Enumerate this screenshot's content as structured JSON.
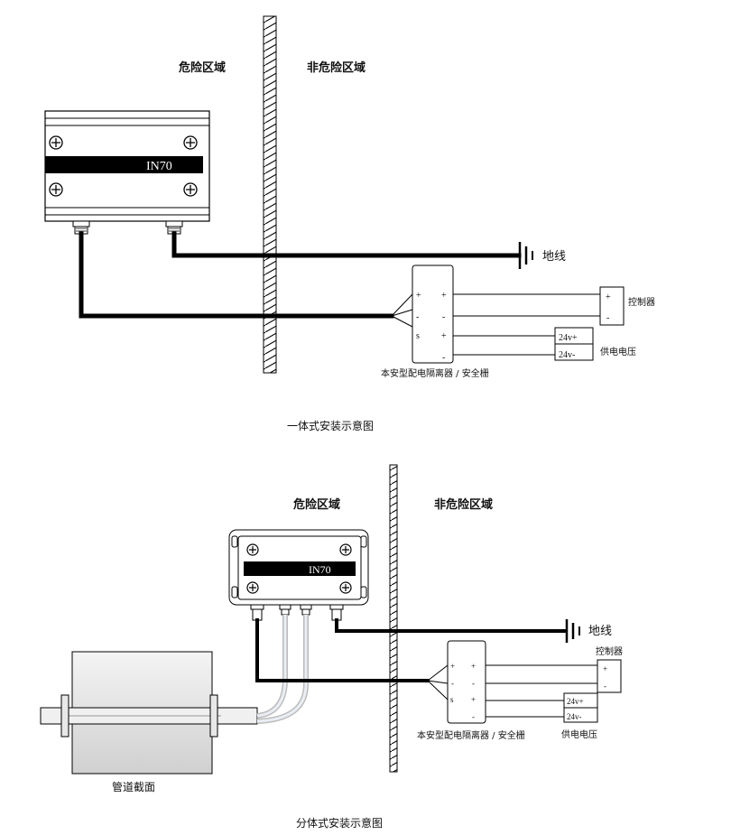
{
  "top": {
    "hazard_label": "危险区域",
    "safe_label": "非危险区域",
    "device_name": "IN70",
    "ground_label": "地线",
    "controller_label": "控制器",
    "power_label": "供电电压",
    "power_plus": "24v+",
    "power_minus": "24v-",
    "barrier_label": "本安型配电隔离器 / 安全栅",
    "caption": "一体式安装示意图",
    "term_in_plus": "+",
    "term_in_minus": "-",
    "term_in_s": "s",
    "term_out_plus_1": "+",
    "term_out_minus_1": "-",
    "term_out_plus_2": "+",
    "term_out_minus_2": "-",
    "ctrl_plus": "+",
    "ctrl_minus": "-"
  },
  "bottom": {
    "hazard_label": "危险区域",
    "safe_label": "非危险区域",
    "device_name": "IN70",
    "ground_label": "地线",
    "controller_label": "控制器",
    "power_label": "供电电压",
    "power_plus": "24v+",
    "power_minus": "24v-",
    "barrier_label": "本安型配电隔离器 / 安全栅",
    "pipe_label": "管道截面",
    "caption": "分体式安装示意图",
    "term_in_plus": "+",
    "term_in_minus": "-",
    "term_in_s": "s",
    "term_out_plus_1": "+",
    "term_out_minus_1": "-",
    "term_out_plus_2": "+",
    "term_out_minus_2": "-",
    "ctrl_plus": "+",
    "ctrl_minus": "-"
  }
}
